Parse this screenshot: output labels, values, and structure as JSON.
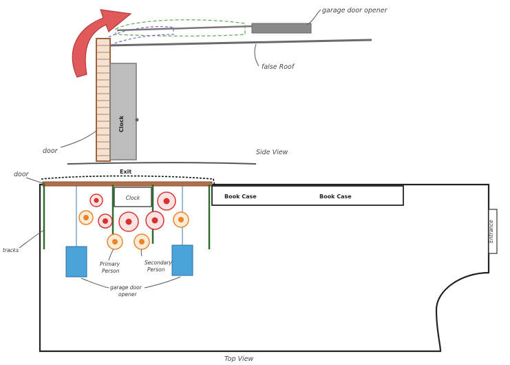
{
  "side_view": {
    "opener_label": "garage door opener",
    "false_roof_label": "false Roof",
    "door_label": "door",
    "clock_label": "Clock",
    "caption": "Side View"
  },
  "top_view": {
    "door_label": "door",
    "exit_label": "Exit",
    "clock_label": "Clock",
    "bookcase_left_label": "Book Case",
    "bookcase_right_label": "Book Case",
    "entrance_label": "Entrance",
    "tracks_label": "tracks",
    "primary_person_label": [
      "Primary",
      "Person"
    ],
    "secondary_person_label": [
      "Secondary",
      "Person"
    ],
    "opener_label": [
      "garage door",
      "opener"
    ],
    "caption": "Top View"
  },
  "colors": {
    "door_brown": "#a0623a",
    "track_green": "#2f6b2f",
    "opener_blue": "#4aa3d9",
    "primary_red": "#d8322f",
    "secondary_orange": "#e8852a",
    "arrow_red": "#e05555",
    "clock_grey": "#bdbdbd"
  }
}
